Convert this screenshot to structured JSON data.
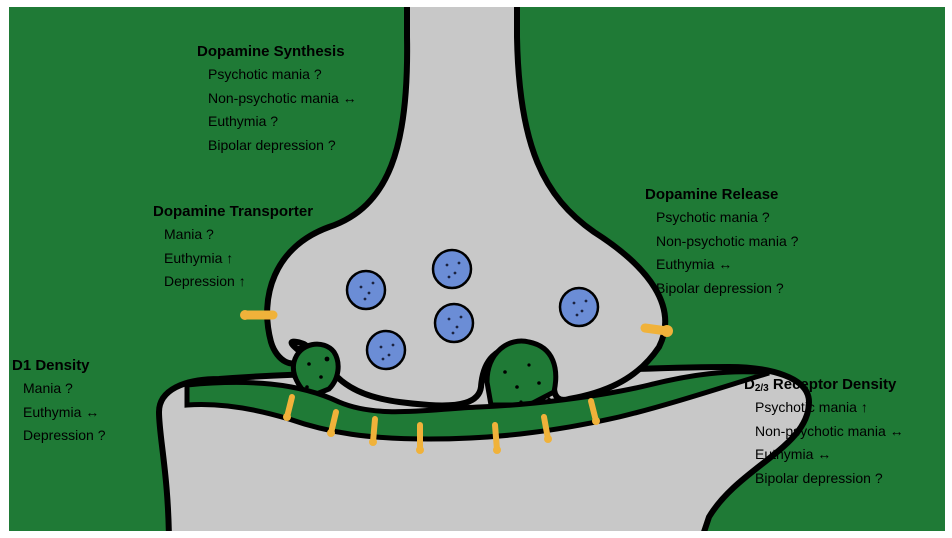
{
  "colors": {
    "background": "#1f7a36",
    "neuron_fill": "#c8c8c8",
    "outline": "#000000",
    "vesicle": "#6b8dd6",
    "receptor": "#f0b23a"
  },
  "labels": {
    "synthesis": {
      "title": "Dopamine Synthesis",
      "items": [
        "Psychotic mania ?",
        "Non-psychotic mania ↔",
        "Euthymia ?",
        "Bipolar depression ?"
      ]
    },
    "transporter": {
      "title": "Dopamine Transporter",
      "items": [
        "Mania ?",
        "Euthymia ↑",
        "Depression ↑"
      ]
    },
    "release": {
      "title": "Dopamine Release",
      "items": [
        "Psychotic mania ?",
        "Non-psychotic mania ?",
        "Euthymia ↔",
        "Bipolar depression ?"
      ]
    },
    "d1": {
      "title": "D1 Density",
      "items": [
        "Mania ?",
        "Euthymia ↔",
        "Depression ?"
      ]
    },
    "d23": {
      "title_prefix": "D",
      "title_sub": "2/3",
      "title_suffix": " Receptor Density",
      "items": [
        "Psychotic mania ↑",
        "Non-psychotic mania ↔",
        "Euthymia ↔",
        "Bipolar depression ?"
      ]
    }
  }
}
